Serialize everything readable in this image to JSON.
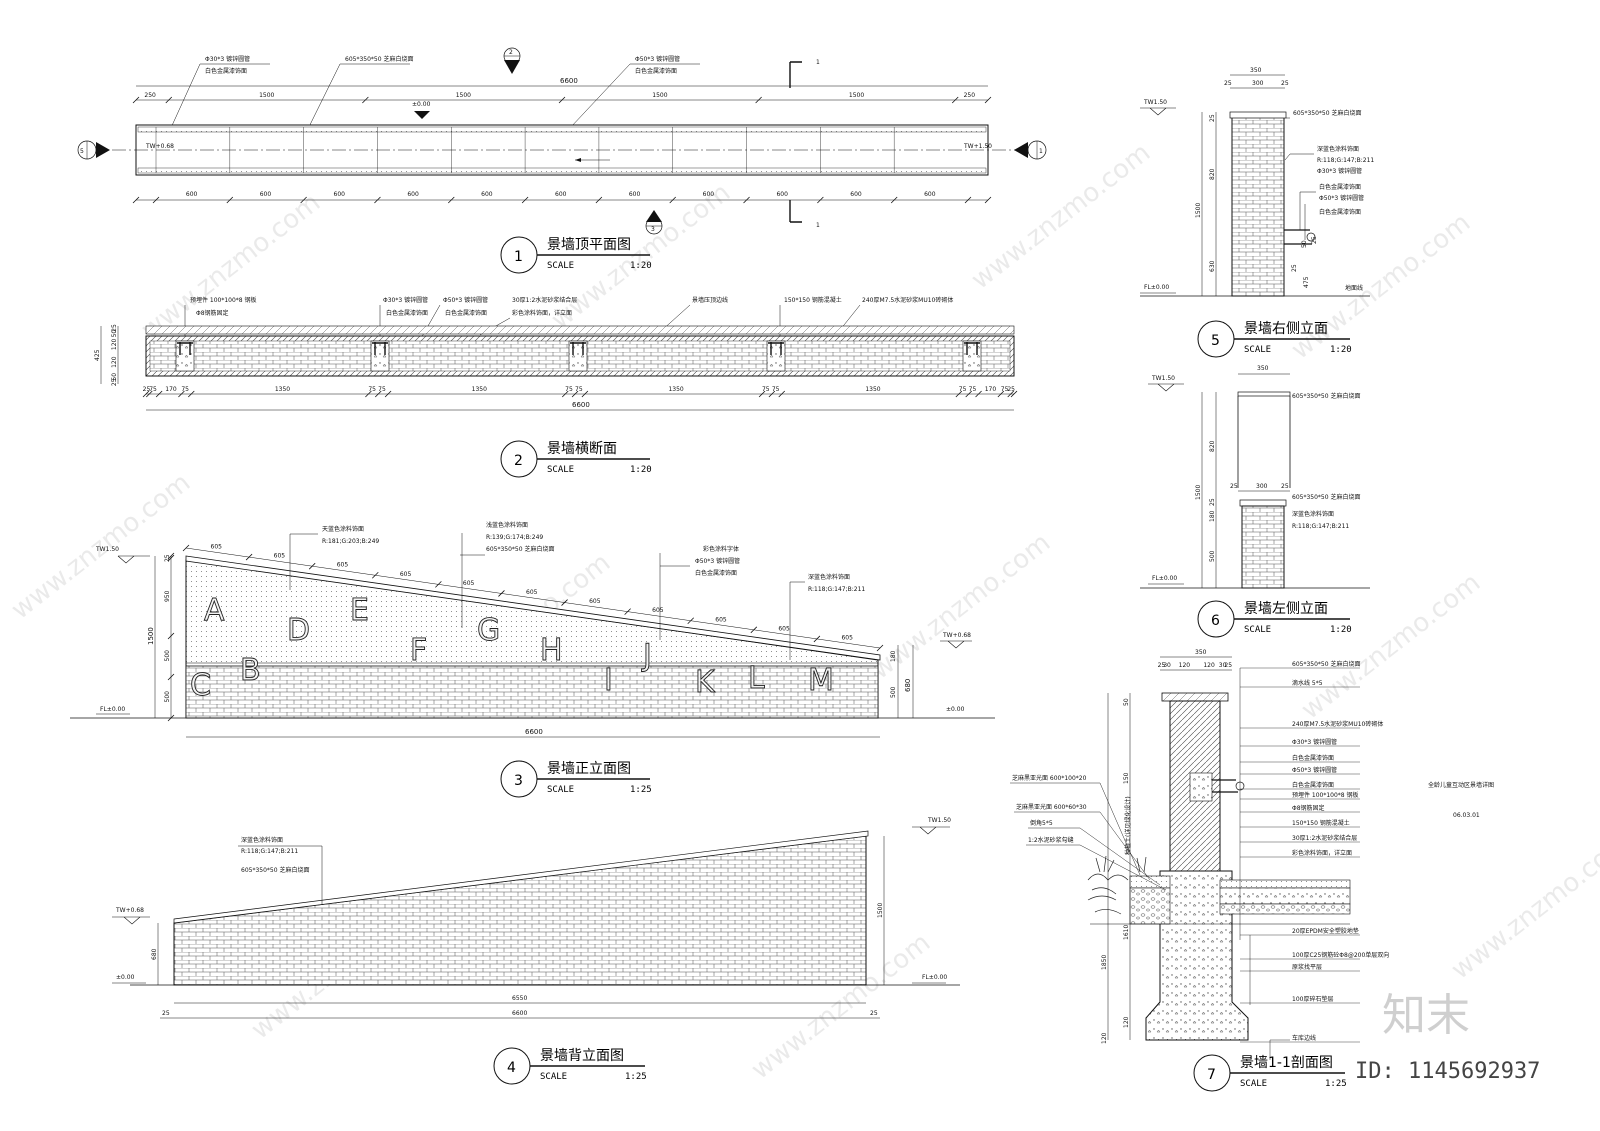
{
  "drawings": [
    {
      "num": "1",
      "title": "景墙顶平面图",
      "scale_label": "SCALE",
      "scale": "1:20"
    },
    {
      "num": "2",
      "title": "景墙横断面",
      "scale_label": "SCALE",
      "scale": "1:20"
    },
    {
      "num": "3",
      "title": "景墙正立面图",
      "scale_label": "SCALE",
      "scale": "1:25"
    },
    {
      "num": "4",
      "title": "景墙背立面图",
      "scale_label": "SCALE",
      "scale": "1:25"
    },
    {
      "num": "5",
      "title": "景墙右侧立面",
      "scale_label": "SCALE",
      "scale": "1:20"
    },
    {
      "num": "6",
      "title": "景墙左侧立面",
      "scale_label": "SCALE",
      "scale": "1:20"
    },
    {
      "num": "7",
      "title": "景墙1-1剖面图",
      "scale_label": "SCALE",
      "scale": "1:25"
    }
  ],
  "plan": {
    "notes": [
      "Φ30*3 镀锌圆管",
      "白色金属漆饰面",
      "605*350*50 芝麻白烧面",
      "Φ50*3 镀锌圆管",
      "白色金属漆饰面"
    ],
    "total": "6600",
    "top_dims": [
      "250",
      "1500",
      "1500",
      "1500",
      "1500",
      "250"
    ],
    "bottom_dims": [
      "600",
      "600",
      "600",
      "600",
      "600",
      "600",
      "600",
      "600",
      "600",
      "600",
      "600"
    ],
    "elev_mark": "±0.00",
    "tw_left": "TW+0.68",
    "tw_right": "TW+1.50",
    "section_mark": "1",
    "callout_2": "2",
    "callout_3": "3",
    "callout_5": "5",
    "callout_1": "1"
  },
  "section": {
    "notes": [
      "预埋件 100*100*8 钢板",
      "Φ8钢筋固定",
      "Φ30*3 镀锌圆管",
      "白色金属漆饰面",
      "Φ50*3 镀锌圆管",
      "白色金属漆饰面",
      "30厚1:2水泥砂浆结合层",
      "彩色涂料饰面，详立面",
      "景墙压顶边线",
      "150*150 钢筋混凝土",
      "240厚M7.5水泥砂浆MU10砖砌体"
    ],
    "dims": [
      "25",
      "75",
      "170",
      "75",
      "1350",
      "75",
      "75",
      "1350",
      "75",
      "75",
      "1350",
      "75",
      "75",
      "1350",
      "75",
      "75",
      "170",
      "75",
      "25"
    ],
    "total": "6600",
    "left_dims": [
      "25",
      "50",
      "120",
      "120",
      "50",
      "25"
    ],
    "left_total": "425"
  },
  "front": {
    "notes": [
      "天蓝色涂料饰面",
      "R:181;G:203;B:249",
      "浅蓝色涂料饰面",
      "R:139;G:174;B:249",
      "605*350*50 芝麻白烧面",
      "彩色涂料字体",
      "Φ50*3 镀锌圆管",
      "白色金属漆饰面",
      "深蓝色涂料饰面",
      "R:118;G:147;B:211"
    ],
    "letters": [
      "A",
      "B",
      "C",
      "D",
      "E",
      "F",
      "G",
      "H",
      "I",
      "J",
      "K",
      "L",
      "M"
    ],
    "top_dims": [
      "605",
      "605",
      "605",
      "605",
      "605",
      "605",
      "605",
      "605",
      "605",
      "605",
      "605"
    ],
    "tw_left": "TW1.50",
    "tw_right": "TW+0.68",
    "fl": "FL±0.00",
    "zero": "±0.00",
    "left_dims": [
      "25",
      "950",
      "500",
      "500"
    ],
    "left_total": "1500",
    "right_dims": [
      "180",
      "500"
    ],
    "right_total": "680",
    "total": "6600"
  },
  "back": {
    "notes": [
      "深蓝色涂料饰面",
      "R:118;G:147;B:211",
      "605*350*50 芝麻白烧面"
    ],
    "tw_left": "TW+0.68",
    "tw_right": "TW1.50",
    "zero": "±0.00",
    "fl": "FL±0.00",
    "left_dim": "680",
    "right_dim": "1500",
    "inner": "6550",
    "total": "6600",
    "end_l": "25",
    "end_r": "25"
  },
  "right_side": {
    "top": "350",
    "sub": [
      "25",
      "300",
      "25"
    ],
    "notes": [
      "605*350*50 芝麻白烧面",
      "深蓝色涂料饰面",
      "R:118;G:147;B:211",
      "Φ30*3 镀锌圆管",
      "白色金属漆饰面",
      "Φ50*3 镀锌圆管",
      "白色金属漆饰面"
    ],
    "dims": [
      "25",
      "820",
      "630"
    ],
    "total": "1500",
    "small": [
      "475",
      "25",
      "50",
      "25"
    ],
    "tw": "TW1.50",
    "fl": "FL±0.00",
    "ground": "地面线"
  },
  "left_side": {
    "top": "350",
    "sub": [
      "25",
      "300",
      "25"
    ],
    "notes": [
      "605*350*50 芝麻白烧面",
      "605*350*50 芝麻白烧面",
      "深蓝色涂料饰面",
      "R:118;G:147;B:211"
    ],
    "dims": [
      "820",
      "25",
      "180",
      "500"
    ],
    "total": "1500",
    "tw": "TW1.50",
    "fl": "FL±0.00"
  },
  "section_11": {
    "top": "350",
    "sub": [
      "25",
      "30",
      "120",
      "120",
      "30",
      "25"
    ],
    "notes_right": [
      "605*350*50 芝麻白烧面",
      "滴水线 5*5",
      "240厚M7.5水泥砂浆MU10砖砌体",
      "Φ30*3 镀锌圆管",
      "白色金属漆饰面",
      "Φ50*3 镀锌圆管",
      "白色金属漆饰面",
      "预埋件 100*100*8 钢板",
      "Φ8钢筋固定",
      "150*150 钢筋混凝土",
      "30厚1:2水泥砂浆结合层",
      "彩色涂料饰面，详立面",
      "20厚EPDM安全塑胶地垫",
      "100厚C25钢筋砼Φ8@200单层双向",
      "原浆找平层",
      "100厚碎石垫层",
      "车库边线"
    ],
    "notes_left": [
      "芝麻黑亚光面 600*100*20",
      "芝麻黑亚光面 600*60*30",
      "倒角5*5",
      "1:2水泥砂浆勾缝"
    ],
    "vertical_note": "种植土(详见绿化设计)",
    "dims": [
      "50",
      "150",
      "1610",
      "1850",
      "120",
      "120"
    ]
  },
  "project": {
    "name": "全龄儿童互动区景墙详图",
    "code": "06.03.01"
  },
  "watermark": {
    "text": "www.znzmo.com",
    "brand": "知末",
    "id": "ID: 1145692937"
  }
}
